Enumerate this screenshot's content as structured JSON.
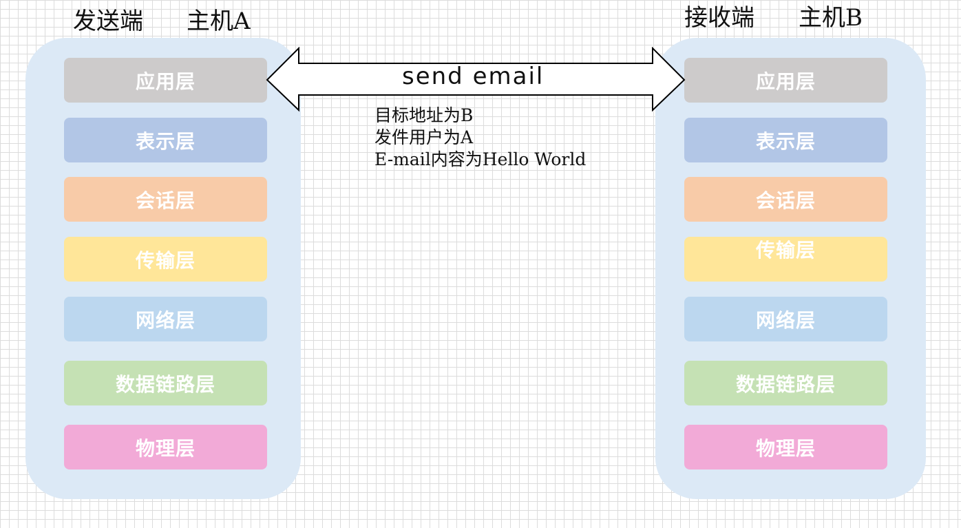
{
  "sender": {
    "role_label": "发送端",
    "host_label": "主机A",
    "layers": [
      {
        "label": "应用层",
        "color": "#cdcbcb"
      },
      {
        "label": "表示层",
        "color": "#b2c6e6"
      },
      {
        "label": "会话层",
        "color": "#f8cba8"
      },
      {
        "label": "传输层",
        "color": "#ffe699"
      },
      {
        "label": "网络层",
        "color": "#bcd7ef"
      },
      {
        "label": "数据链路层",
        "color": "#c5e1b4"
      },
      {
        "label": "物理层",
        "color": "#f2aad7"
      }
    ]
  },
  "receiver": {
    "role_label": "接收端",
    "host_label": "主机B",
    "layers": [
      {
        "label": "应用层",
        "color": "#cdcbcb"
      },
      {
        "label": "表示层",
        "color": "#b2c6e6"
      },
      {
        "label": "会话层",
        "color": "#f8cba8"
      },
      {
        "label": "传输层",
        "color": "#ffe699"
      },
      {
        "label": "网络层",
        "color": "#bcd7ef"
      },
      {
        "label": "数据链路层",
        "color": "#c5e1b4"
      },
      {
        "label": "物理层",
        "color": "#f2aad7"
      }
    ]
  },
  "arrow": {
    "label": "send email",
    "details": [
      "目标地址为B",
      "发件用户为A",
      "E-mail内容为Hello World"
    ]
  },
  "colors": {
    "panel_background": "#dce9f6",
    "grid_line": "#dcdcdc"
  }
}
